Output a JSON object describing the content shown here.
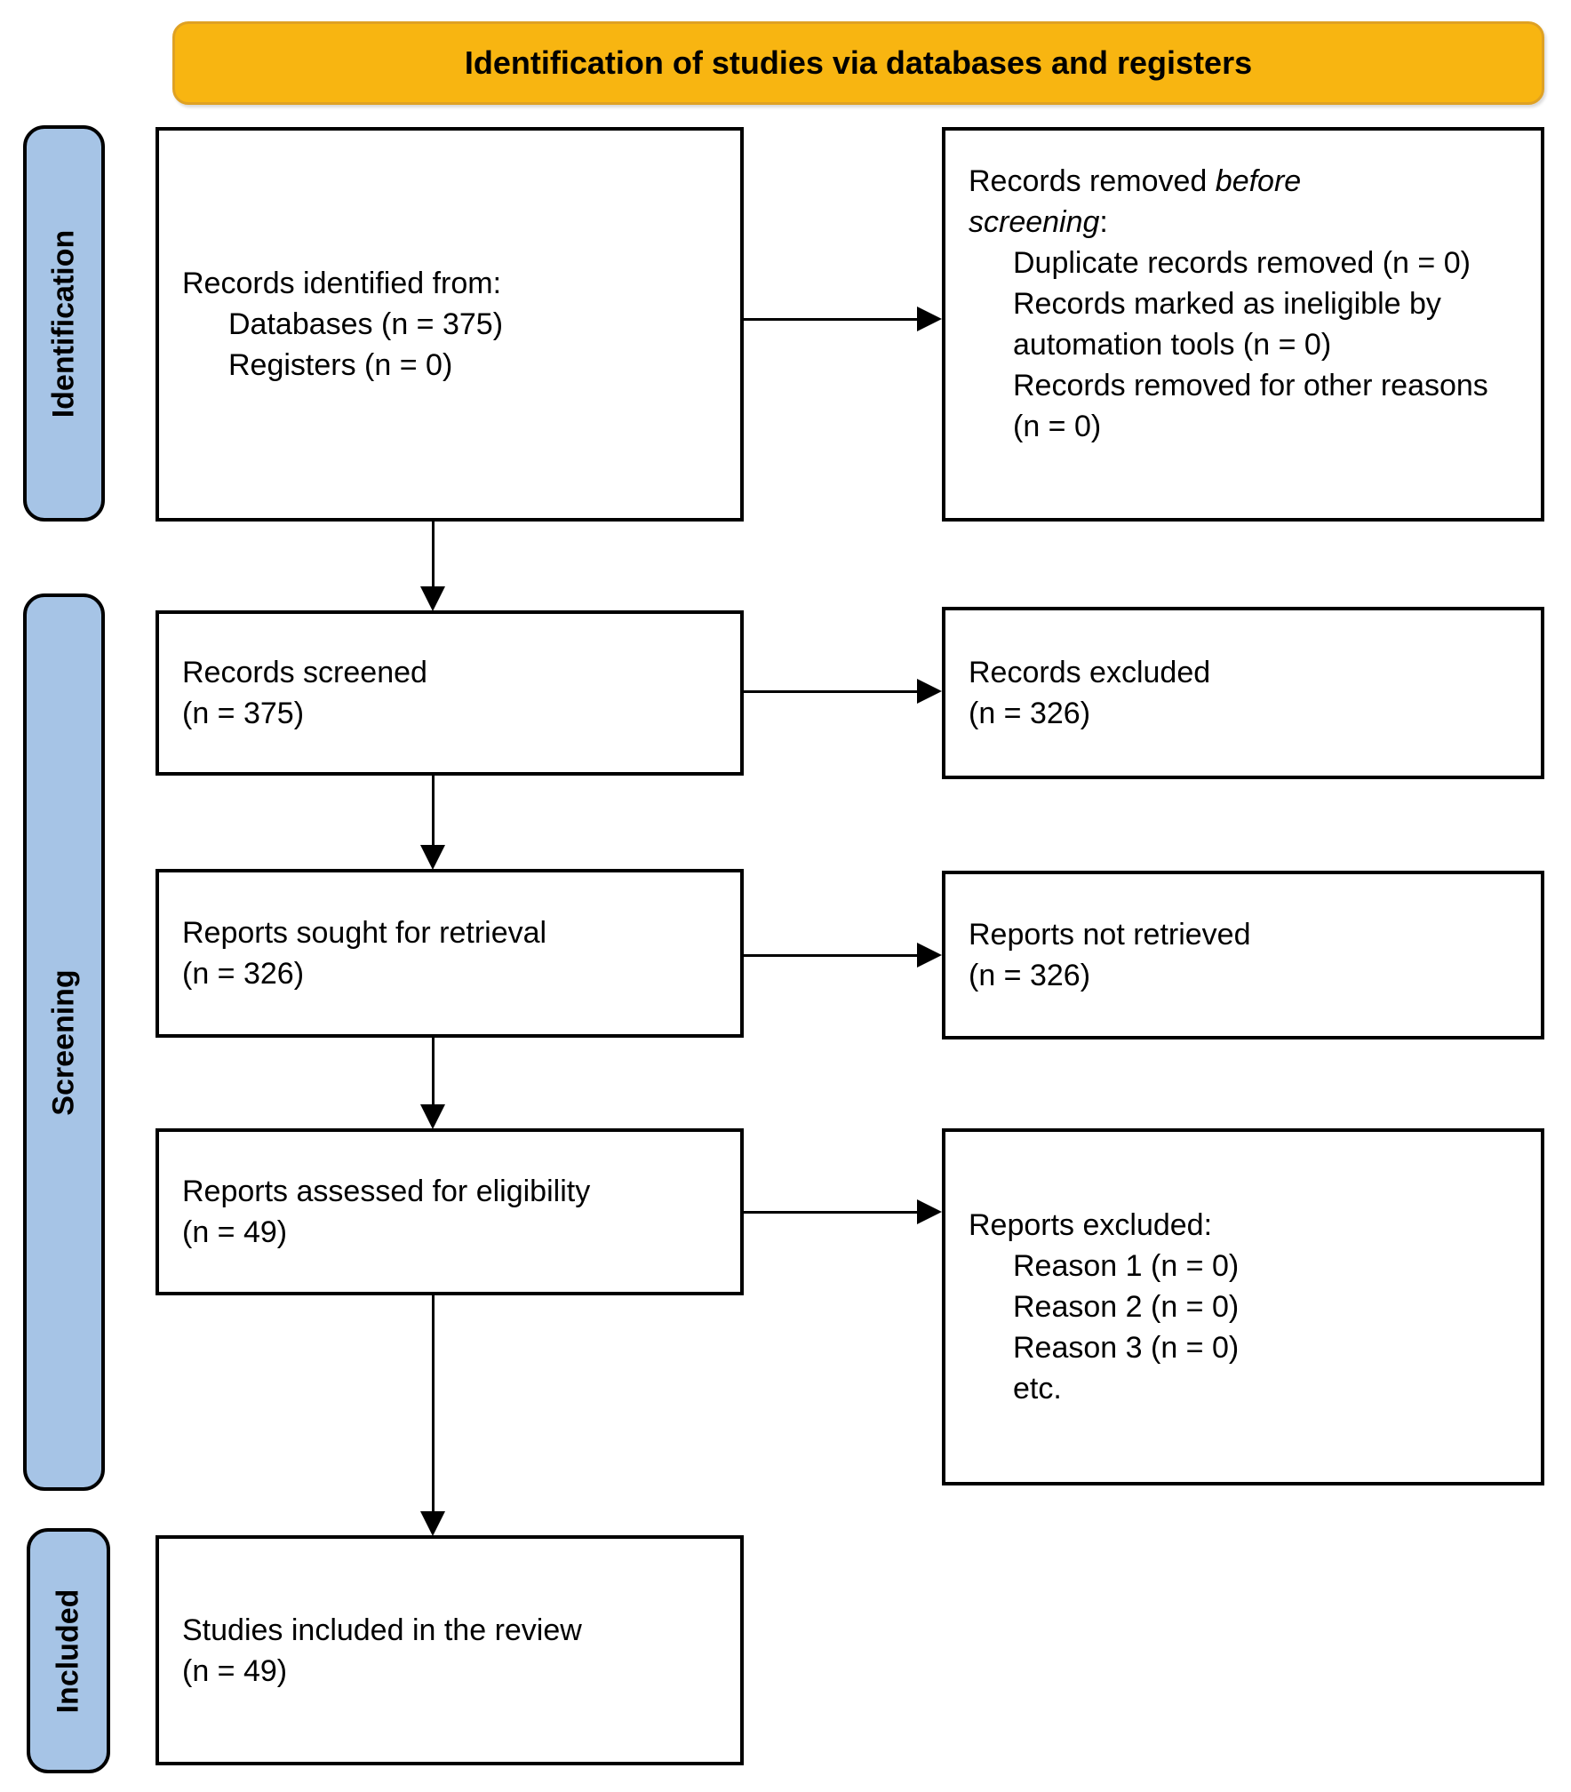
{
  "title": "Identification of studies via databases and registers",
  "colors": {
    "banner_bg": "#F8B511",
    "banner_border": "#DFA123",
    "stage_bg": "#A6C4E6",
    "box_border": "#000000"
  },
  "stages": {
    "identification": "Identification",
    "screening": "Screening",
    "included": "Included"
  },
  "boxes": {
    "records_identified": {
      "title": "Records identified from:",
      "items": [
        "Databases (n = 375)",
        "Registers (n = 0)"
      ]
    },
    "records_removed": {
      "lead_normal": "Records removed ",
      "lead_italic_line1": "before",
      "lead_italic_line2": "screening",
      "lead_colon": ":",
      "items": [
        "Duplicate records removed (n = 0)",
        "Records marked as ineligible by automation tools (n = 0)",
        "Records removed for other reasons (n = 0)"
      ]
    },
    "records_screened": {
      "line1": "Records screened",
      "line2": "(n = 375)"
    },
    "records_excluded": {
      "line1": "Records excluded",
      "line2": "(n = 326)"
    },
    "reports_sought": {
      "line1": "Reports sought for retrieval",
      "line2": "(n = 326)"
    },
    "reports_not_retrieved": {
      "line1": "Reports not retrieved",
      "line2": "(n = 326)"
    },
    "reports_assessed": {
      "line1": "Reports assessed for eligibility",
      "line2": "(n = 49)"
    },
    "reports_excluded": {
      "title": "Reports excluded:",
      "items": [
        "Reason 1 (n = 0)",
        "Reason 2 (n = 0)",
        "Reason 3 (n = 0)",
        "etc."
      ]
    },
    "studies_included": {
      "line1": "Studies included in the review",
      "line2": "(n = 49)"
    }
  }
}
